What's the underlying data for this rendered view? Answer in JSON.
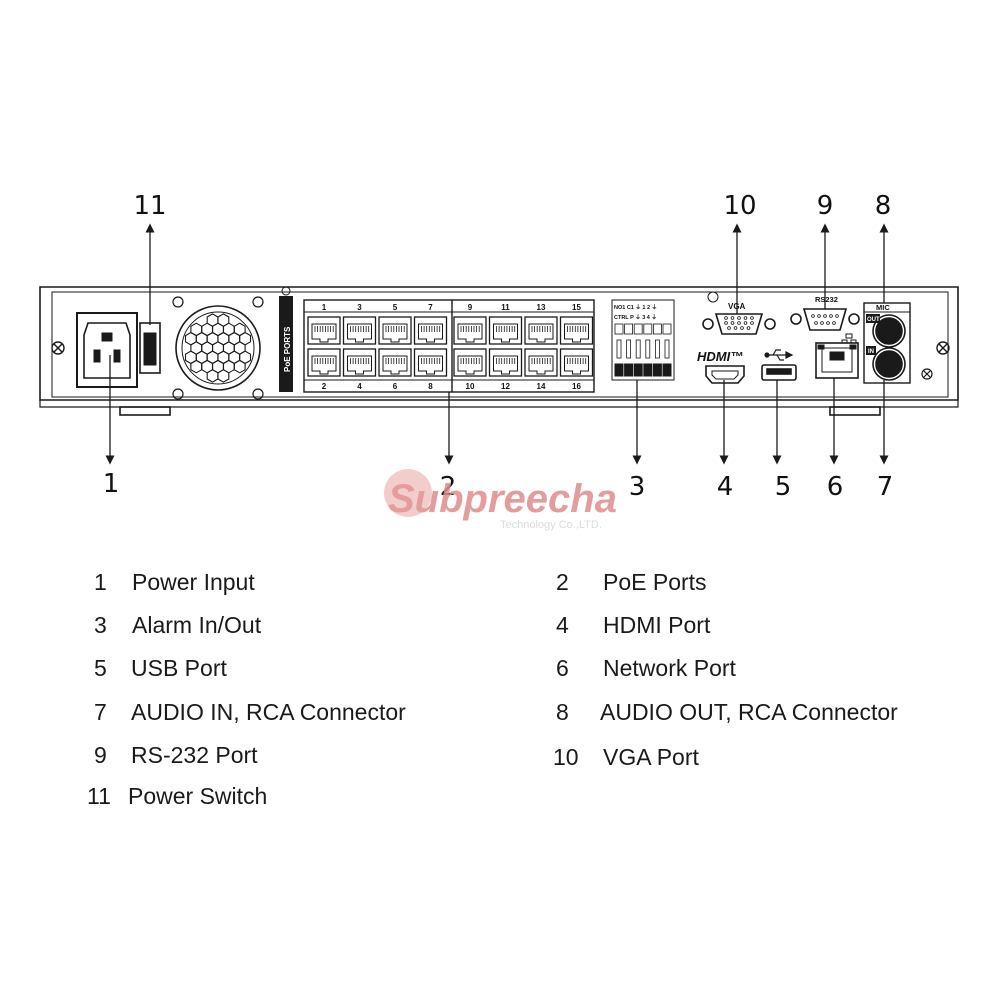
{
  "callouts": {
    "c1": "1",
    "c2": "2",
    "c3": "3",
    "c4": "4",
    "c5": "5",
    "c6": "6",
    "c7": "7",
    "c8": "8",
    "c9": "9",
    "c10": "10",
    "c11": "11"
  },
  "panel_labels": {
    "poe_vertical": "PoE PORTS",
    "port_top": [
      "1",
      "3",
      "5",
      "7",
      "9",
      "11",
      "13",
      "15"
    ],
    "port_bottom": [
      "2",
      "4",
      "6",
      "8",
      "10",
      "12",
      "14",
      "16"
    ],
    "alarm_row1": "NO1 C1 ⏚ 1 2 ⏚",
    "alarm_row2": "CTRL P ⏚ 3 4 ⏚",
    "vga": "VGA",
    "hdmi": "HDMI™",
    "rs232": "RS232",
    "mic": "MIC",
    "out": "OUT",
    "in": "IN"
  },
  "watermark": {
    "main": "Subpreecha",
    "sub": "Technology Co.,LTD."
  },
  "legend": [
    {
      "num": "1",
      "label": "Power Input"
    },
    {
      "num": "2",
      "label": "PoE Ports"
    },
    {
      "num": "3",
      "label": "Alarm In/Out"
    },
    {
      "num": "4",
      "label": "HDMI Port"
    },
    {
      "num": "5",
      "label": "USB Port"
    },
    {
      "num": "6",
      "label": "Network Port"
    },
    {
      "num": "7",
      "label": "AUDIO IN, RCA Connector"
    },
    {
      "num": "8",
      "label": "AUDIO OUT, RCA Connector"
    },
    {
      "num": "9",
      "label": "RS-232 Port"
    },
    {
      "num": "10",
      "label": "VGA Port"
    },
    {
      "num": "11",
      "label": "Power Switch"
    }
  ],
  "colors": {
    "line": "#1a1a1a",
    "watermark_red": "#e8a3a3",
    "watermark_gray": "#d0d0d0"
  }
}
